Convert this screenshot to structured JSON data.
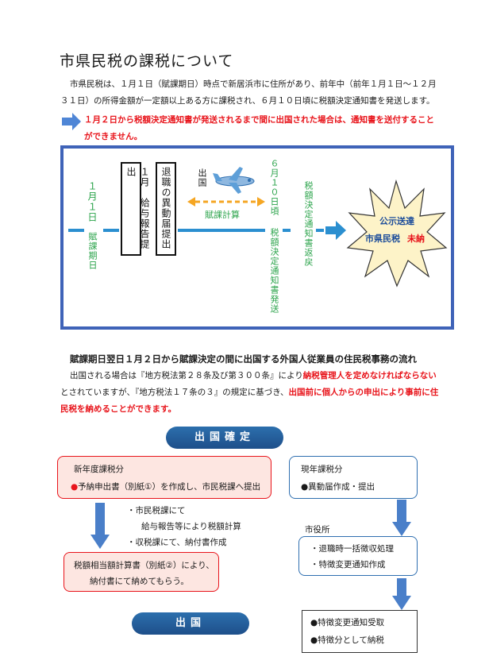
{
  "title": "市県民税の課税について",
  "intro": {
    "line1": "市県民税は、１月１日（賦課期日）時点で新居浜市に住所があり、前年中（前年１月１日～１２月",
    "line2": "３１日）の所得金額が一定額以上ある方に課税され、６月１０日頃に税額決定通知書を発送します。"
  },
  "notice": {
    "line1": "１月２日から税額決定通知書が発送されるまで間に出国された場合は、通知書を送付すること",
    "line2": "ができません。"
  },
  "timeline": {
    "jan1": "１月１日",
    "fuka": "賦課期日",
    "salary_box": "１月　給与報告提出",
    "retire_box": "退職の異動届提出",
    "shukkoku": "出国",
    "calc": "賦課計算",
    "june10": "６月１０日頃",
    "notice_sent": "税額決定通知書発送",
    "returned": "税額決定通知書返戻",
    "star_line1": "公示送達",
    "star_line2a": "市県民税",
    "star_line2b": "未納"
  },
  "section2": {
    "heading": "賦課期日翌日１月２日から賦課決定の間に出国する外国人従業員の住民税事務の流れ",
    "p1a": "出国される場合は『地方税法第２８条及び第３００条』により",
    "p1b": "納税管理人を定めなければならない",
    "p2a": "とされていますが、『地方税法１７条の３』の規定に基づき、",
    "p2b": "出国前に個人からの申出により事前に住",
    "p3": "民税を納めることができます。"
  },
  "flow": {
    "confirm": "出国確定",
    "new_title": "新年度課税分",
    "new_item": "予納申出書（別紙①）を作成し、市民税課へ提出",
    "mid_a1": "・市民税課にて",
    "mid_a2": "給与報告等により税額計算",
    "mid_b": "・収税課にて、納付書作成",
    "calc_box1": "税額相当額計算書（別紙②）により、",
    "calc_box2": "納付書にて納めてもらう。",
    "depart": "出国",
    "cur_title": "現年課税分",
    "cur_item": "●異動届作成・提出",
    "city": "市役所",
    "city_1": "・退職時一括徴収処理",
    "city_2": "・特徴変更通知作成",
    "fin_1": "●特徴変更通知受取",
    "fin_2": "●特徴分として納税"
  }
}
